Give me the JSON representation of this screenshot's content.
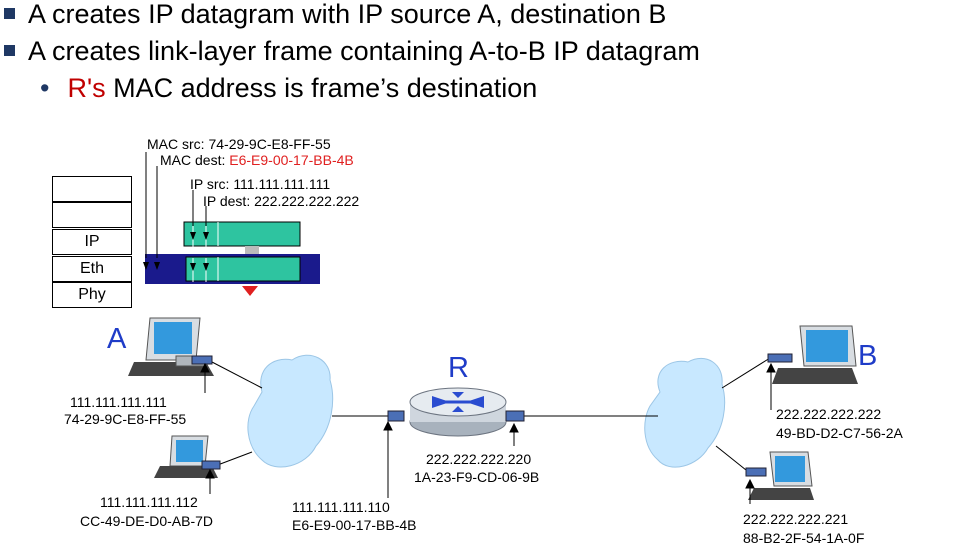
{
  "bullets": [
    "A creates IP datagram with IP source A, destination B",
    "A creates link-layer frame containing A-to-B IP datagram"
  ],
  "sub_bullet": {
    "prefix": "R's",
    "rest": " MAC address is frame’s destination"
  },
  "frame_labels": {
    "mac_src_label": "MAC src:",
    "mac_src": "74-29-9C-E8-FF-55",
    "mac_dest_label": "MAC dest:",
    "mac_dest": "E6-E9-00-17-BB-4B",
    "ip_src_label": "IP src:",
    "ip_src": "111.111.111.111",
    "ip_dest_label": "IP dest:",
    "ip_dest": "222.222.222.222"
  },
  "stack": [
    "",
    "",
    "IP",
    "Eth",
    "Phy"
  ],
  "nodes": {
    "A": {
      "name": "A",
      "ip": "111.111.111.111",
      "mac": "74-29-9C-E8-FF-55"
    },
    "A2": {
      "ip": "111.111.111.112",
      "mac": "CC-49-DE-D0-AB-7D"
    },
    "R": {
      "name": "R",
      "left_ip": "111.111.111.110",
      "left_mac": "E6-E9-00-17-BB-4B",
      "right_ip": "222.222.222.220",
      "right_mac": "1A-23-F9-CD-06-9B"
    },
    "B": {
      "name": "B",
      "ip": "222.222.222.222",
      "mac": "49-BD-D2-C7-56-2A"
    },
    "B2": {
      "ip": "222.222.222.221",
      "mac": "88-B2-2F-54-1A-0F"
    }
  },
  "colors": {
    "frame": "#1a1a8c",
    "datagram": "#2ec4a0",
    "red": "#e02020",
    "cloud": "#c8e8ff",
    "host_screen": "#3399dd",
    "router": "#cfd6de",
    "router_arrows": "#2a4cd0"
  }
}
